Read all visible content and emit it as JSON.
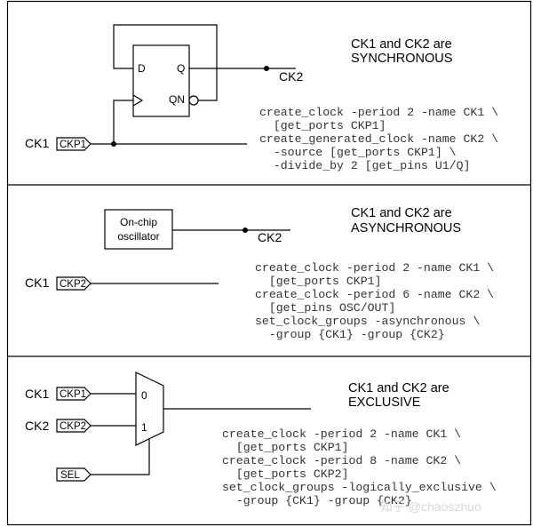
{
  "panels": [
    {
      "heading_lines": [
        "CK1 and CK2 are",
        "SYNCHRONOUS"
      ],
      "wire_labels": {
        "ck1": "CK1",
        "ck2": "CK2"
      },
      "port": "CKP1",
      "flop": {
        "d": "D",
        "q": "Q",
        "qn": "QN"
      },
      "code_lines": [
        "create_clock -period 2 -name CK1 \\",
        "  [get_ports CKP1]",
        "create_generated_clock -name CK2 \\",
        "  -source [get_ports CKP1] \\",
        "  -divide_by 2 [get_pins U1/Q]"
      ]
    },
    {
      "heading_lines": [
        "CK1 and CK2 are",
        "ASYNCHRONOUS"
      ],
      "wire_labels": {
        "ck1": "CK1",
        "ck2": "CK2"
      },
      "port": "CKP2",
      "osc_lines": [
        "On-chip",
        "oscillator"
      ],
      "code_lines": [
        "create_clock -period 2 -name CK1 \\",
        "  [get_ports CKP1]",
        "create_clock -period 6 -name CK2 \\",
        "  [get_pins OSC/OUT]",
        "set_clock_groups -asynchronous \\",
        "  -group {CK1} -group {CK2}"
      ]
    },
    {
      "heading_lines": [
        "CK1 and CK2 are",
        "EXCLUSIVE"
      ],
      "wire_labels": {
        "ck1": "CK1",
        "ck2": "CK2"
      },
      "ports": [
        "CKP1",
        "CKP2",
        "SEL"
      ],
      "mux": {
        "in0": "0",
        "in1": "1"
      },
      "code_lines": [
        "create_clock -period 2 -name CK1 \\",
        "  [get_ports CKP1]",
        "create_clock -period 8 -name CK2 \\",
        "  [get_ports CKP2]",
        "set_clock_groups -logically_exclusive \\",
        "  -group {CK1} -group {CK2}"
      ]
    }
  ],
  "watermark": "知乎 @chaoszhuo"
}
